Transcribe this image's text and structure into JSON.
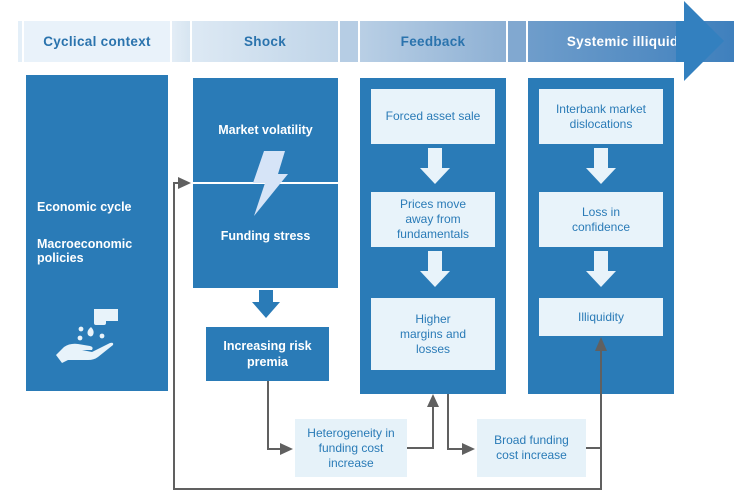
{
  "phases": [
    {
      "id": "cyclical",
      "label": "Cyclical context"
    },
    {
      "id": "shock",
      "label": "Shock"
    },
    {
      "id": "feedback",
      "label": "Feedback"
    },
    {
      "id": "systemic",
      "label": "Systemic illiquidity"
    }
  ],
  "cyclical": {
    "items": [
      "Economic cycle",
      "Macroeconomic policies"
    ],
    "icon": "hand-water-tap-icon"
  },
  "shock": {
    "top": "Market volatility",
    "bottom": "Funding stress",
    "icon": "lightning-bolt-icon",
    "result": "Increasing risk premia"
  },
  "feedback": {
    "steps": [
      "Forced asset sale",
      "Prices move away from fundamentals",
      "Higher margins and losses"
    ]
  },
  "systemic": {
    "steps": [
      "Interbank market dislocations",
      "Loss in confidence",
      "Illiquidity"
    ]
  },
  "channels": {
    "heterogeneity": "Heterogeneity in funding cost increase",
    "broad": "Broad funding cost increase"
  },
  "colors": {
    "primary_blue": "#2a7bb7",
    "light_box": "#e8f3fa",
    "connector_gray": "#606060"
  }
}
